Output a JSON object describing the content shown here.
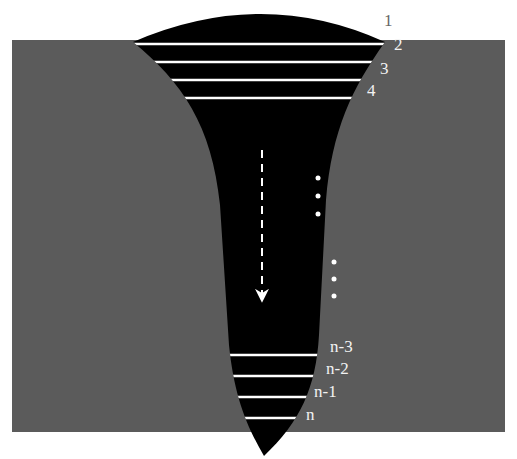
{
  "diagram": {
    "labels": [
      "1",
      "2",
      "3",
      "4",
      "n-3",
      "n-2",
      "n-1",
      "n"
    ]
  }
}
